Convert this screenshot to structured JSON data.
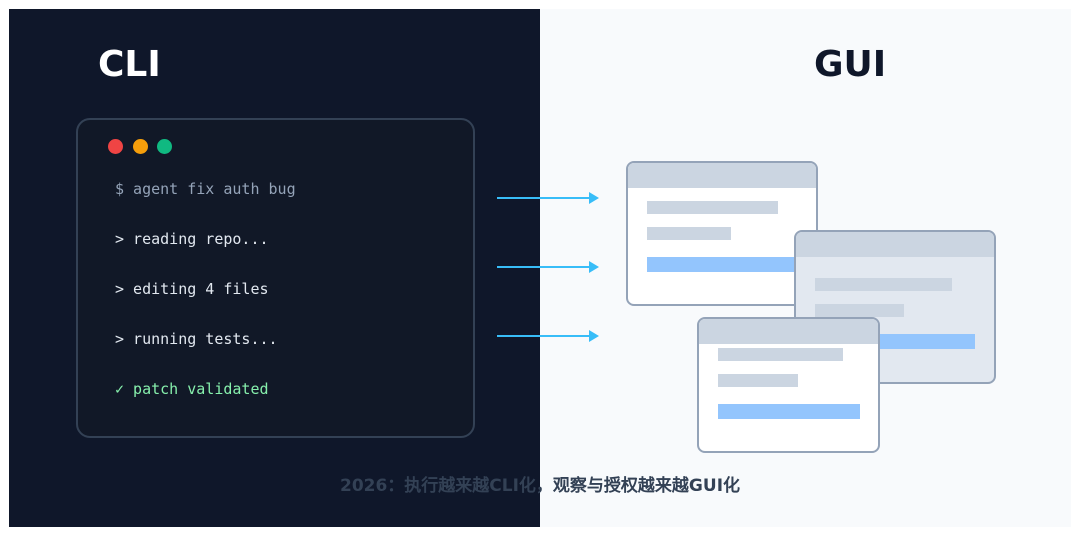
{
  "cli": {
    "title": "CLI",
    "terminal": {
      "lines": [
        {
          "text": "$ agent fix auth bug",
          "kind": "command"
        },
        {
          "text": "> reading repo...",
          "kind": "output"
        },
        {
          "text": "> editing 4 files",
          "kind": "output"
        },
        {
          "text": "> running tests...",
          "kind": "output"
        },
        {
          "text": "✓ patch validated",
          "kind": "success"
        }
      ]
    }
  },
  "gui": {
    "title": "GUI"
  },
  "caption": "2026：执行越来越CLI化，观察与授权越来越GUI化",
  "colors": {
    "dark_bg": "#0f172a",
    "light_bg": "#f8fafc",
    "arrow": "#38bdf8",
    "success": "#86efac",
    "accent_bar": "#93c5fd"
  }
}
